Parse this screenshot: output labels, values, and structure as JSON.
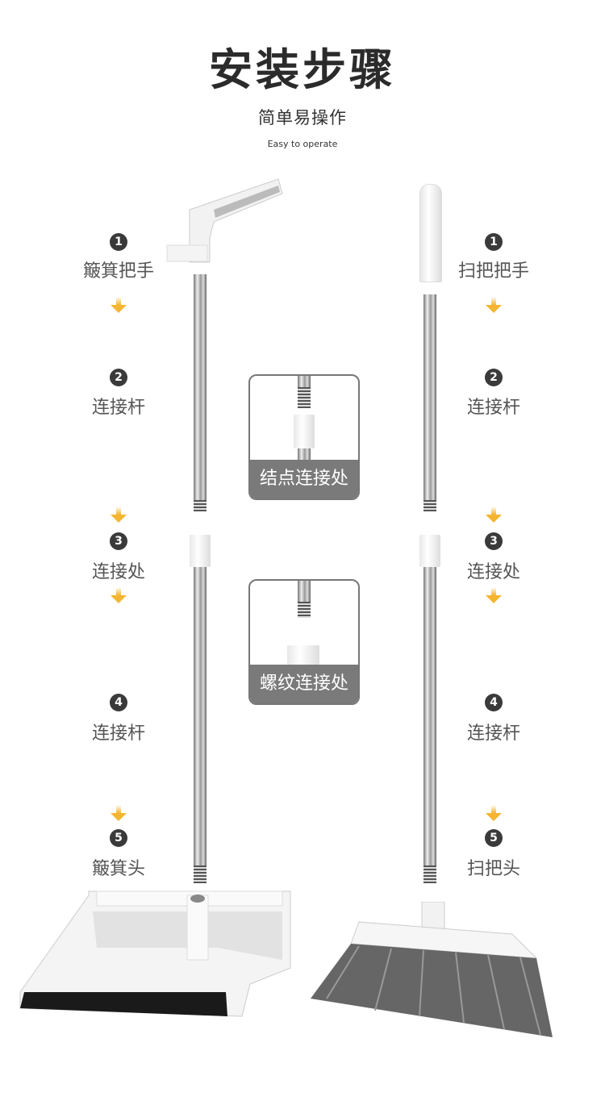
{
  "header": {
    "title": "安装步骤",
    "subtitle": "简单易操作",
    "subtitle_en": "Easy to operate"
  },
  "left_steps": [
    {
      "num": "1",
      "label": "簸箕把手"
    },
    {
      "num": "2",
      "label": "连接杆"
    },
    {
      "num": "3",
      "label": "连接处"
    },
    {
      "num": "4",
      "label": "连接杆"
    },
    {
      "num": "5",
      "label": "簸箕头"
    }
  ],
  "right_steps": [
    {
      "num": "1",
      "label": "扫把把手"
    },
    {
      "num": "2",
      "label": "连接杆"
    },
    {
      "num": "3",
      "label": "连接处"
    },
    {
      "num": "4",
      "label": "连接杆"
    },
    {
      "num": "5",
      "label": "扫把头"
    }
  ],
  "insets": [
    {
      "caption": "结点连接处"
    },
    {
      "caption": "螺纹连接处"
    }
  ],
  "colors": {
    "arrow": "#f5b531",
    "badge": "#3a3a3a",
    "caption_bg": "#7a7a7a"
  }
}
